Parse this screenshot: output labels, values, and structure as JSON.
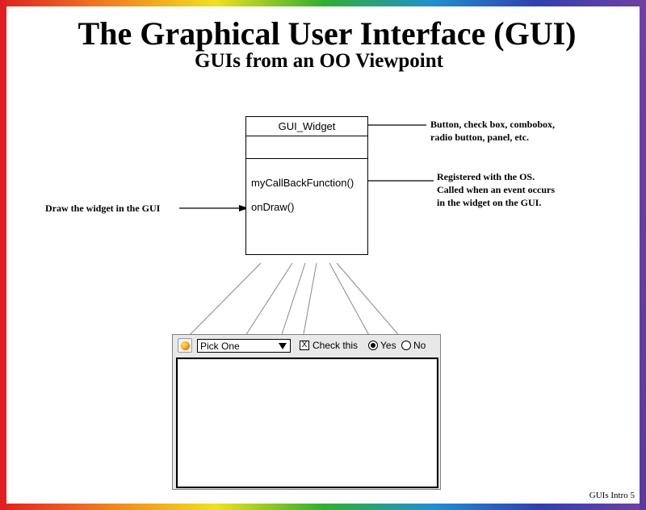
{
  "title": "The Graphical User Interface (GUI)",
  "subtitle": "GUIs from an OO Viewpoint",
  "uml_class": {
    "name": "GUI_Widget",
    "methods": [
      "myCallBackFunction()",
      "onDraw()"
    ]
  },
  "notes": {
    "widget_types": [
      "Button, check box, combobox,",
      "radio button, panel, etc."
    ],
    "callback": [
      "Registered with the OS.",
      "Called when an event occurs",
      "in the widget on the GUI."
    ],
    "draw": "Draw the widget in the GUI"
  },
  "gui_mockup": {
    "combobox_value": "Pick One",
    "checkbox_mark": "X",
    "checkbox_label": "Check this",
    "radio_options": [
      {
        "label": "Yes",
        "selected": true
      },
      {
        "label": "No",
        "selected": false
      }
    ]
  },
  "footer": "GUIs Intro 5"
}
